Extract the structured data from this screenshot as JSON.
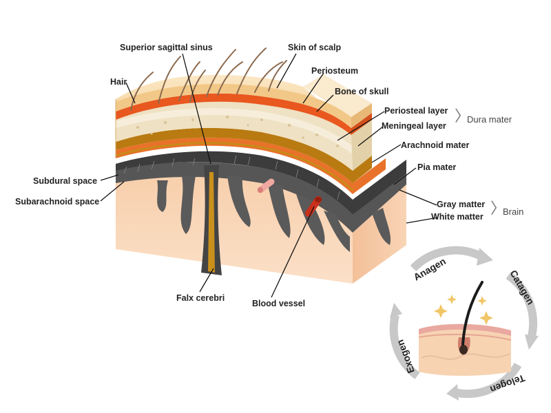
{
  "labels": {
    "superior_sagittal_sinus": "Superior sagittal sinus",
    "skin_of_scalp": "Skin of scalp",
    "hair": "Hair",
    "periosteum": "Periosteum",
    "bone_of_skull": "Bone of skull",
    "periosteal_layer": "Periosteal layer",
    "meningeal_layer": "Meningeal layer",
    "arachnoid_mater": "Arachnoid mater",
    "pia_mater": "Pia mater",
    "subdural_space": "Subdural space",
    "subarachnoid_space": "Subarachnoid space",
    "gray_matter": "Gray matter",
    "white_matter": "White matter",
    "falx_cerebri": "Falx cerebri",
    "blood_vessel": "Blood vessel"
  },
  "groups": {
    "dura_mater": "Dura mater",
    "brain": "Brain"
  },
  "hair_cycle": {
    "anagen": "Anagen",
    "catagen": "Catagen",
    "telogen": "Telogen",
    "exogen": "Exogen"
  },
  "colors": {
    "scalp": "#f7d9a6",
    "periosteum": "#e8581f",
    "bone": "#efe1c3",
    "dura_periosteal": "#b97a11",
    "dura_meningeal": "#e8722a",
    "arachnoid": "#3c3c3c",
    "brain": "#f8d2b0",
    "cycle_arrow": "#c8c8c8"
  }
}
